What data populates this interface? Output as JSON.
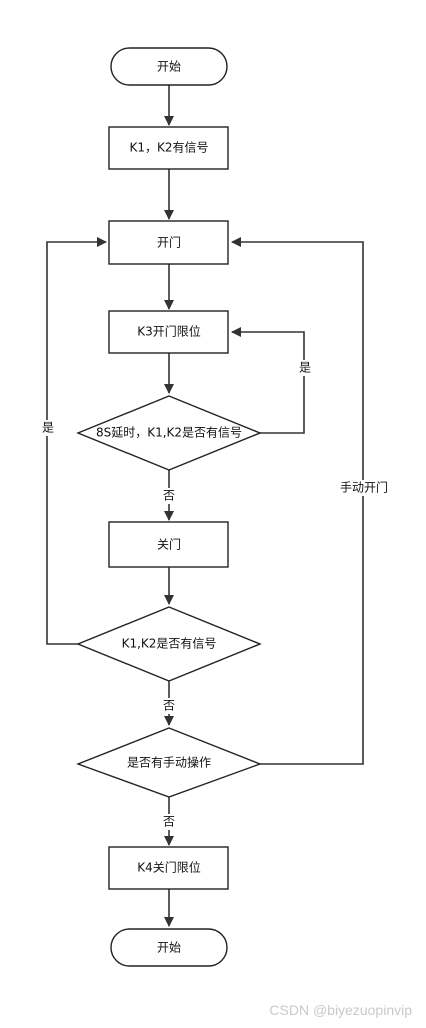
{
  "nodes": {
    "start": "开始",
    "signal": "K1，K2有信号",
    "open": "开门",
    "k3": "K3开门限位",
    "delay": "8S延时，K1,K2是否有信号",
    "close": "关门",
    "k12": "K1,K2是否有信号",
    "manual": "是否有手动操作",
    "k4": "K4关门限位",
    "end": "开始"
  },
  "edges": {
    "yes_k3": "是",
    "no_delay": "否",
    "yes_left": "是",
    "no_k12": "否",
    "manual_open": "手动开门",
    "no_manual": "否"
  },
  "watermark": "CSDN @biyezuopinvip"
}
